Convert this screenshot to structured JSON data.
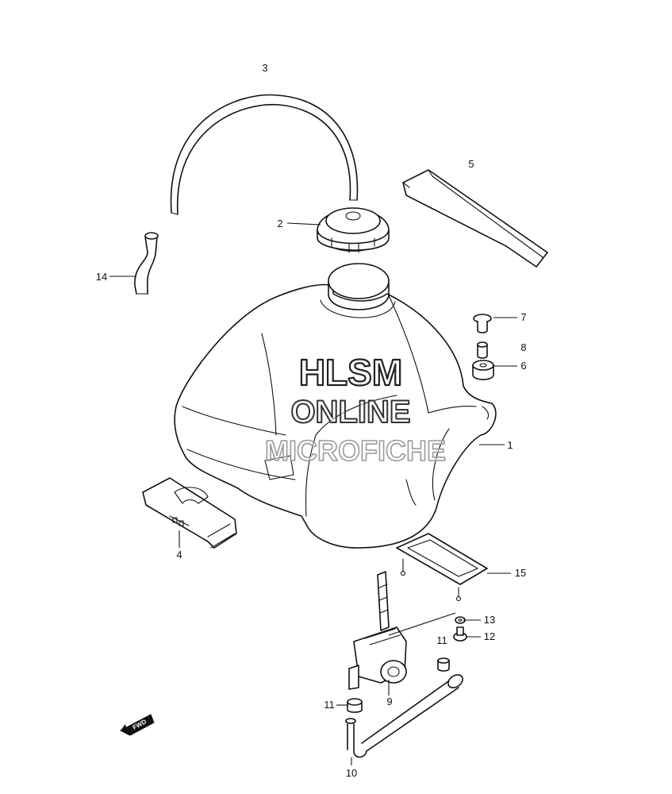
{
  "callouts": {
    "c1": "1",
    "c2": "2",
    "c3": "3",
    "c4": "4",
    "c5": "5",
    "c6": "6",
    "c7": "7",
    "c8": "8",
    "c9": "9",
    "c10": "10",
    "c11a": "11",
    "c11b": "11",
    "c12": "12",
    "c13": "13",
    "c14": "14",
    "c15": "15"
  },
  "watermark": {
    "line1": "HLSM",
    "line2": "ONLINE",
    "line3": "MICROFICHE"
  },
  "fwd_label": "FWD"
}
